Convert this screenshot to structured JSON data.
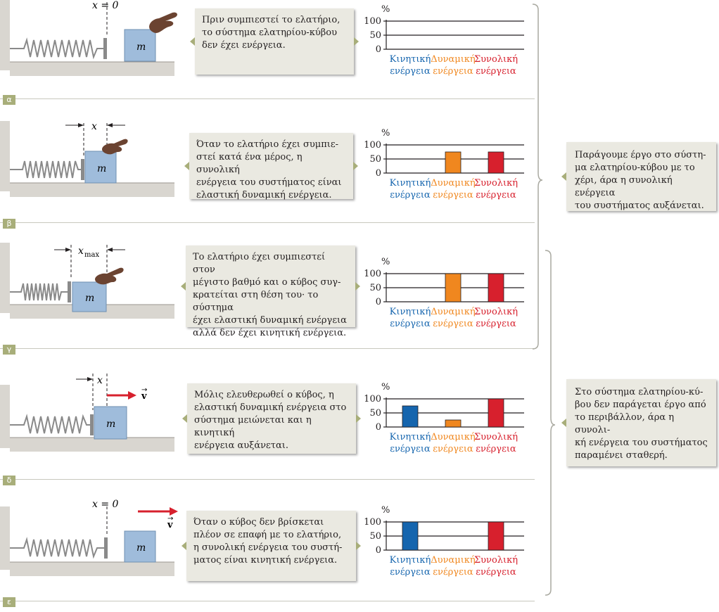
{
  "colors": {
    "kinetic": "#1565ae",
    "potential": "#f0871f",
    "total": "#d7202d",
    "label_tag": "#a8ae7a",
    "callout": "#eae9e1",
    "block": "#9fbcdb"
  },
  "block_label": "m",
  "vector_label": "v",
  "chart_axis": {
    "unit": "%",
    "ticks": [
      "100",
      "50",
      "0"
    ],
    "ylim": [
      0,
      100
    ]
  },
  "chart_categories": [
    {
      "line1": "Κινητική",
      "line2": "ενέργεια"
    },
    {
      "line1": "Δυναμική",
      "line2": "ενέργεια"
    },
    {
      "line1": "Συνολική",
      "line2": "ενέργεια"
    }
  ],
  "panels": [
    {
      "tag": "α",
      "dim": "x = 0",
      "dim_sub": "",
      "text": [
        "Πριν συμπιεστεί το ελατήριο,",
        "το σύστημα ελατηρίου-κύβου",
        "δεν έχει ενέργεια."
      ]
    },
    {
      "tag": "β",
      "dim": "x",
      "dim_sub": "",
      "text": [
        "Όταν το ελατήριο έχει συμπιε-",
        "στεί κατά ένα μέρος, η συνολική",
        "ενέργεια του συστήματος είναι",
        "ελαστική δυναμική ενέργεια."
      ]
    },
    {
      "tag": "γ",
      "dim": "x",
      "dim_sub": "max",
      "text": [
        "Το ελατήριο έχει συμπιεστεί στον",
        "μέγιστο βαθμό και ο κύβος συγ-",
        "κρατείται στη θέση του· το σύστημα",
        "έχει ελαστική δυναμική ενέργεια",
        "αλλά δεν έχει κινητική ενέργεια."
      ]
    },
    {
      "tag": "δ",
      "dim": "x",
      "dim_sub": "",
      "text": [
        "Μόλις ελευθερωθεί ο κύβος, η",
        "ελαστική δυναμική ενέργεια στο",
        "σύστημα μειώνεται και η κινητική",
        "ενέργεια αυξάνεται."
      ]
    },
    {
      "tag": "ε",
      "dim": "x = 0",
      "dim_sub": "",
      "text": [
        "Όταν ο κύβος δεν βρίσκεται",
        "πλέον σε επαφή με το ελατήριο,",
        "η συνολική ενέργεια του συστή-",
        "ματος είναι κινητική ενέργεια."
      ]
    }
  ],
  "chart_data": [
    {
      "type": "bar",
      "panel": "α",
      "categories": [
        "Κινητική ενέργεια",
        "Δυναμική ενέργεια",
        "Συνολική ενέργεια"
      ],
      "values": [
        0,
        0,
        0
      ],
      "ylabel": "%",
      "ylim": [
        0,
        100
      ]
    },
    {
      "type": "bar",
      "panel": "β",
      "categories": [
        "Κινητική ενέργεια",
        "Δυναμική ενέργεια",
        "Συνολική ενέργεια"
      ],
      "values": [
        0,
        75,
        75
      ],
      "ylabel": "%",
      "ylim": [
        0,
        100
      ]
    },
    {
      "type": "bar",
      "panel": "γ",
      "categories": [
        "Κινητική ενέργεια",
        "Δυναμική ενέργεια",
        "Συνολική ενέργεια"
      ],
      "values": [
        0,
        100,
        100
      ],
      "ylabel": "%",
      "ylim": [
        0,
        100
      ]
    },
    {
      "type": "bar",
      "panel": "δ",
      "categories": [
        "Κινητική ενέργεια",
        "Δυναμική ενέργεια",
        "Συνολική ενέργεια"
      ],
      "values": [
        75,
        25,
        100
      ],
      "ylabel": "%",
      "ylim": [
        0,
        100
      ]
    },
    {
      "type": "bar",
      "panel": "ε",
      "categories": [
        "Κινητική ενέργεια",
        "Δυναμική ενέργεια",
        "Συνολική ενέργεια"
      ],
      "values": [
        100,
        0,
        100
      ],
      "ylabel": "%",
      "ylim": [
        0,
        100
      ]
    }
  ],
  "side_notes": [
    {
      "text": [
        "Παράγουμε έργο στο σύστη-",
        "μα ελατηρίου-κύβου με το",
        "χέρι, άρα η συνολική ενέργεια",
        "του συστήματος αυξάνεται."
      ]
    },
    {
      "text": [
        "Στο σύστημα ελατηρίου-κύ-",
        "βου δεν παράγεται έργο από",
        "το περιβάλλον, άρα η συνολι-",
        "κή ενέργεια του συστήματος",
        "παραμένει σταθερή."
      ]
    }
  ]
}
